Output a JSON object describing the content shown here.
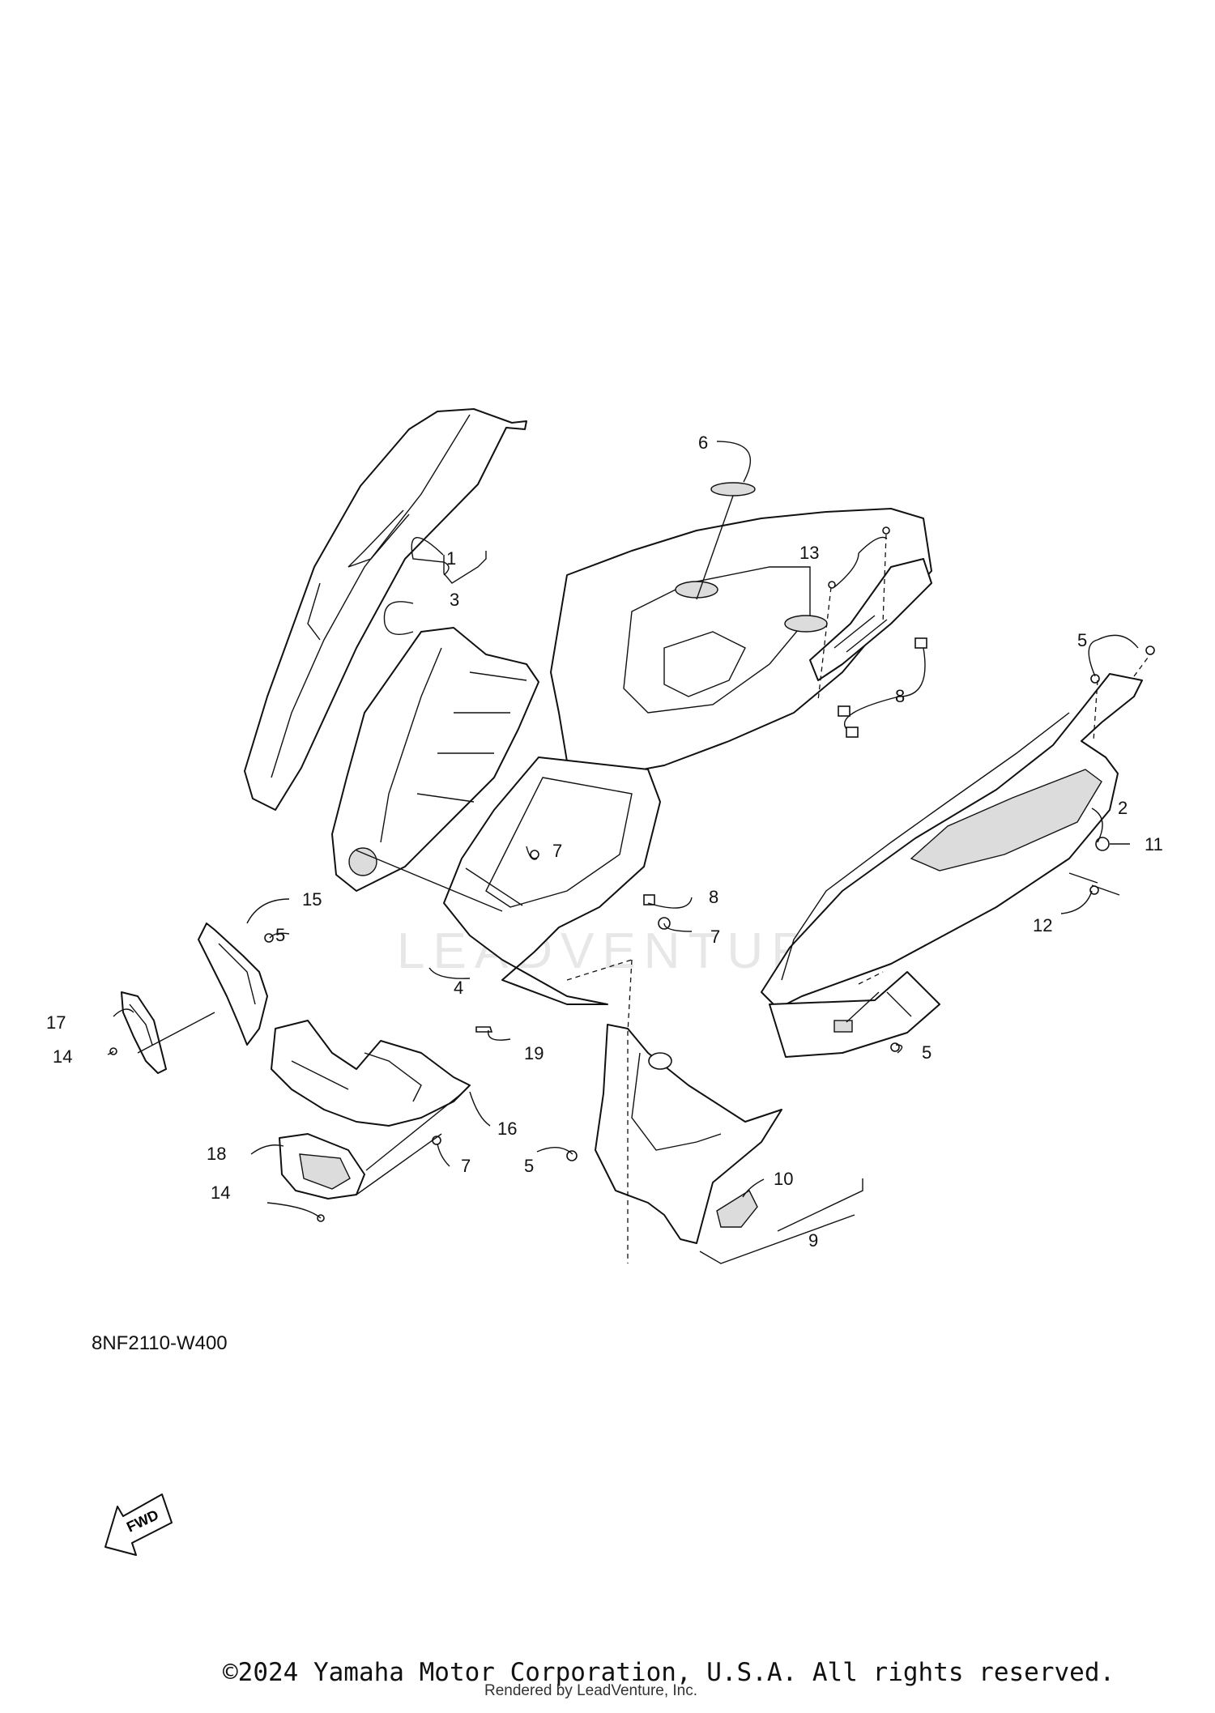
{
  "watermark": {
    "brand": "LEADVENTURE"
  },
  "callouts": [
    {
      "id": "c1",
      "label": "1"
    },
    {
      "id": "c2",
      "label": "2"
    },
    {
      "id": "c3",
      "label": "3"
    },
    {
      "id": "c4",
      "label": "4"
    },
    {
      "id": "c5a",
      "label": "5"
    },
    {
      "id": "c5b",
      "label": "5"
    },
    {
      "id": "c5c",
      "label": "5"
    },
    {
      "id": "c5d",
      "label": "5"
    },
    {
      "id": "c6",
      "label": "6"
    },
    {
      "id": "c7a",
      "label": "7"
    },
    {
      "id": "c7b",
      "label": "7"
    },
    {
      "id": "c7c",
      "label": "7"
    },
    {
      "id": "c8a",
      "label": "8"
    },
    {
      "id": "c8b",
      "label": "8"
    },
    {
      "id": "c9",
      "label": "9"
    },
    {
      "id": "c10",
      "label": "10"
    },
    {
      "id": "c11",
      "label": "11"
    },
    {
      "id": "c12",
      "label": "12"
    },
    {
      "id": "c13",
      "label": "13"
    },
    {
      "id": "c14a",
      "label": "14"
    },
    {
      "id": "c14b",
      "label": "14"
    },
    {
      "id": "c15",
      "label": "15"
    },
    {
      "id": "c16",
      "label": "16"
    },
    {
      "id": "c17",
      "label": "17"
    },
    {
      "id": "c18",
      "label": "18"
    },
    {
      "id": "c19",
      "label": "19"
    }
  ],
  "fwd_badge": {
    "label": "FWD"
  },
  "diagram_code": "8NF2110-W400",
  "footer": {
    "copyright": "©2024 Yamaha Motor Corporation, U.S.A. All rights reserved.",
    "rendered_by": "Rendered by LeadVenture, Inc."
  }
}
